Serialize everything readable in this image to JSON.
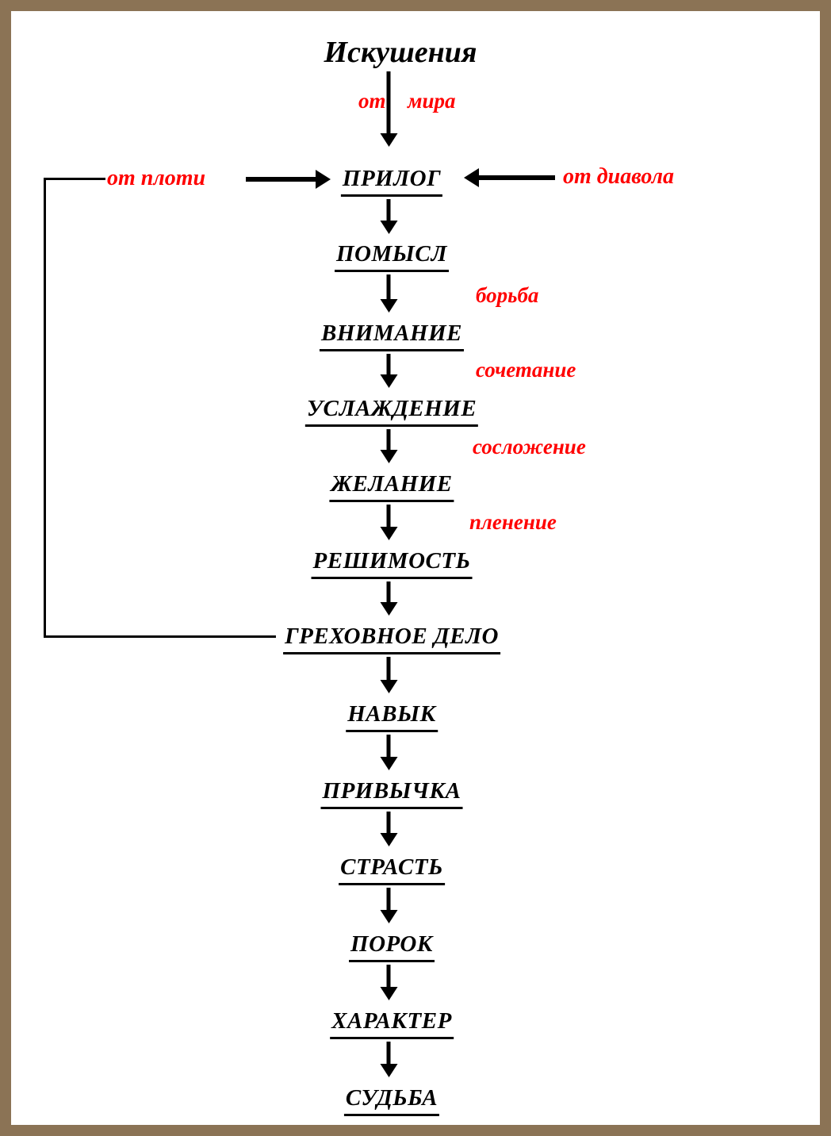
{
  "title": "Искушения",
  "sources": {
    "world_part1": "от",
    "world_part2": "мира",
    "flesh": "от плоти",
    "devil": "от диавола"
  },
  "chain": [
    "ПРИЛОГ",
    "ПОМЫСЛ",
    "ВНИМАНИЕ",
    "УСЛАЖДЕНИЕ",
    "ЖЕЛАНИЕ",
    "РЕШИМОСТЬ",
    "ГРЕХОВНОЕ ДЕЛО",
    "НАВЫК",
    "ПРИВЫЧКА",
    "СТРАСТЬ",
    "ПОРОК",
    "ХАРАКТЕР",
    "СУДЬБА"
  ],
  "arrow_labels": [
    "борьба",
    "сочетание",
    "сосложение",
    "пленение"
  ],
  "colors": {
    "label_red": "#ff0000",
    "text_black": "#000000",
    "frame_border": "#8b7355",
    "background": "#ffffff"
  }
}
